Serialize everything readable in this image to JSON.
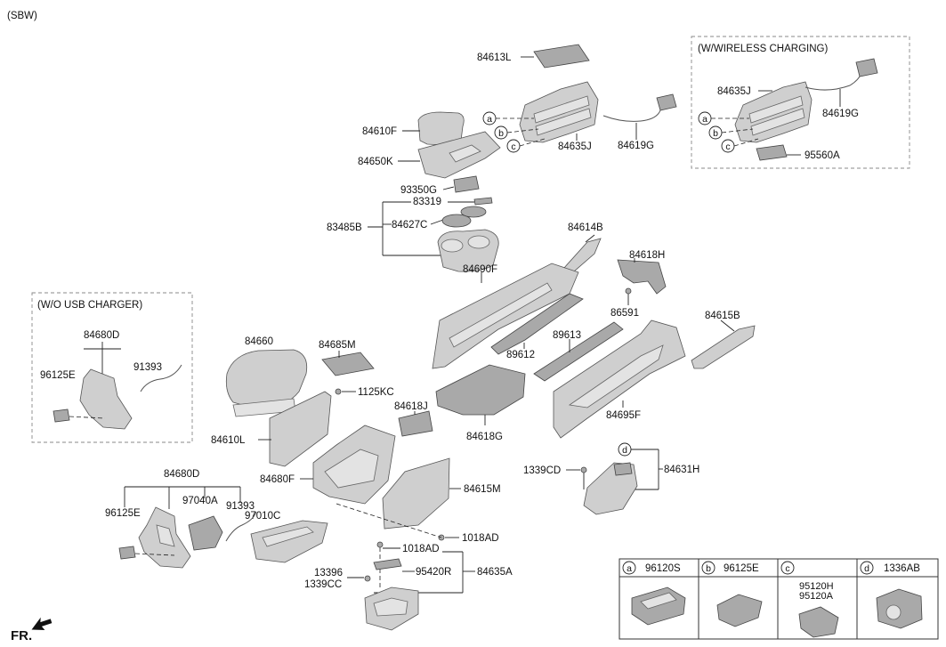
{
  "header": {
    "variant": "(SBW)"
  },
  "boxes": {
    "wireless": "(W/WIRELESS CHARGING)",
    "no_usb": "(W/O USB CHARGER)"
  },
  "front_marker": "FR.",
  "circle_letters": {
    "a": "a",
    "b": "b",
    "c": "c",
    "d": "d"
  },
  "labels": {
    "l84613L": "84613L",
    "l84610F": "84610F",
    "l84650K": "84650K",
    "l84635J": "84635J",
    "l84619G": "84619G",
    "l84635J_w": "84635J",
    "l84619G_w": "84619G",
    "l95560A": "95560A",
    "l93350G": "93350G",
    "l83319": "83319",
    "l83485B": "83485B",
    "l84627C": "84627C",
    "l84614B": "84614B",
    "l84618H": "84618H",
    "l84690F": "84690F",
    "l86591": "86591",
    "l84615B": "84615B",
    "l89613": "89613",
    "l89612": "89612",
    "l84695F": "84695F",
    "l84680D_box": "84680D",
    "l96125E_box": "96125E",
    "l91393_box": "91393",
    "l84660": "84660",
    "l84685M": "84685M",
    "l1125KC": "1125KC",
    "l84618J": "84618J",
    "l84618G": "84618G",
    "l84610L": "84610L",
    "l84680F": "84680F",
    "l1339CD": "1339CD",
    "l84631H": "84631H",
    "l84615M": "84615M",
    "l84680D": "84680D",
    "l97040A": "97040A",
    "l96125E": "96125E",
    "l91393": "91393",
    "l97010C": "97010C",
    "l1018AD_r": "1018AD",
    "l1018AD_t": "1018AD",
    "l95420R": "95420R",
    "l84635A": "84635A",
    "l13396": "13396",
    "l1339CC": "1339CC"
  },
  "legend": [
    {
      "letter": "a",
      "parts": [
        "96120S"
      ]
    },
    {
      "letter": "b",
      "parts": [
        "96125E"
      ]
    },
    {
      "letter": "c",
      "parts": [
        "95120H",
        "95120A"
      ]
    },
    {
      "letter": "d",
      "parts": [
        "1336AB"
      ]
    }
  ]
}
